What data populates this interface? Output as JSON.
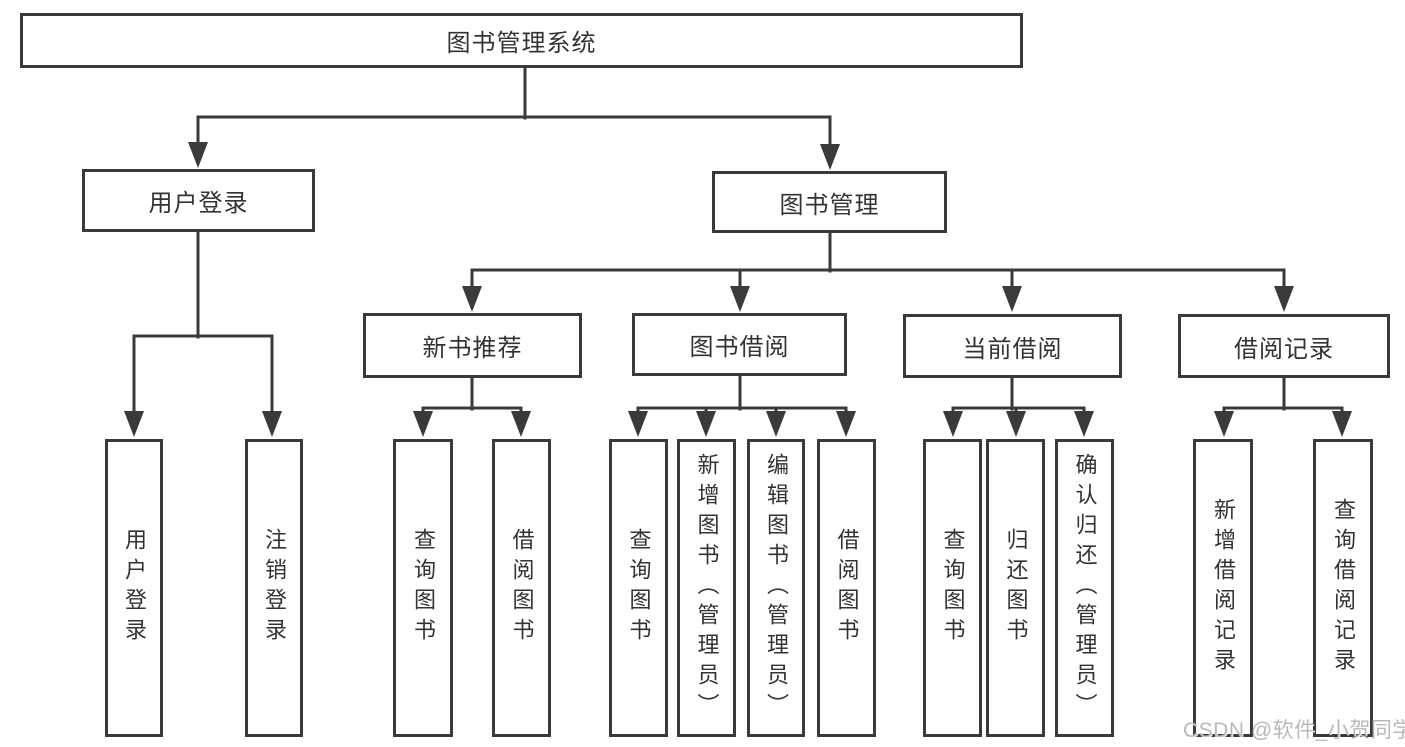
{
  "diagram": {
    "title": "图书管理系统",
    "nodes": {
      "root": "图书管理系统",
      "user_login": "用户登录",
      "book_mgmt": "图书管理",
      "new_books": "新书推荐",
      "book_borrow": "图书借阅",
      "current_borrow": "当前借阅",
      "borrow_records": "借阅记录",
      "leaf_user_login": "用户登录",
      "leaf_logout": "注销登录",
      "leaf_nb_query": "查询图书",
      "leaf_nb_borrow": "借阅图书",
      "leaf_bb_query": "查询图书",
      "leaf_bb_add": "新增图书（管理员）",
      "leaf_bb_edit": "编辑图书（管理员）",
      "leaf_bb_borrow": "借阅图书",
      "leaf_cb_query": "查询图书",
      "leaf_cb_return": "归还图书",
      "leaf_cb_confirm": "确认归还（管理员）",
      "leaf_br_add": "新增借阅记录",
      "leaf_br_query": "查询借阅记录"
    },
    "colors": {
      "line": "#3a3a3a",
      "text": "#333333",
      "watermark": "#b9b9b9"
    }
  },
  "watermark": {
    "text": "CSDN @软件_小贺同学"
  }
}
